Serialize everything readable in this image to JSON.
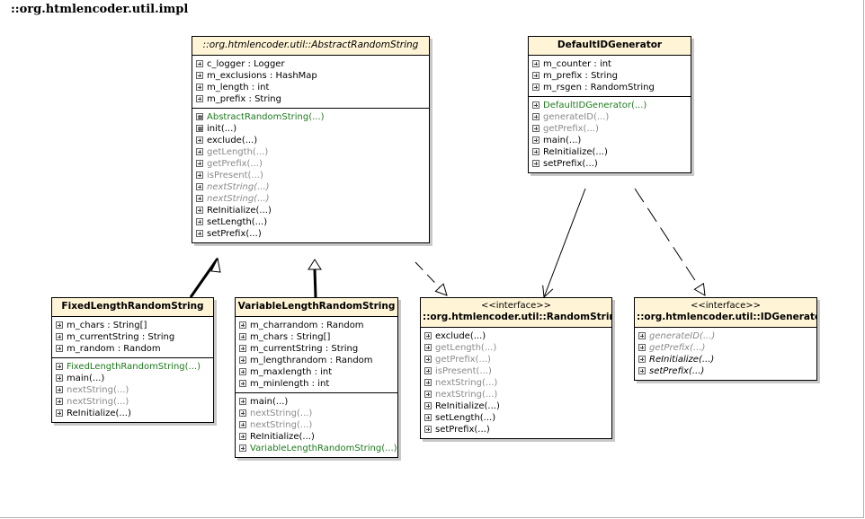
{
  "package_title": "::org.htmlencoder.util.impl",
  "classes": {
    "abstract_random_string": {
      "name": "::org.htmlencoder.util::AbstractRandomString",
      "attributes": [
        "c_logger : Logger",
        "m_exclusions : HashMap",
        "m_length : int",
        "m_prefix : String"
      ],
      "methods": [
        "AbstractRandomString(...)",
        "init(...)",
        "exclude(...)",
        "getLength(...)",
        "getPrefix(...)",
        "isPresent(...)",
        "nextString(...)",
        "nextString(...)",
        "ReInitialize(...)",
        "setLength(...)",
        "setPrefix(...)"
      ]
    },
    "default_id_generator": {
      "name": "DefaultIDGenerator",
      "attributes": [
        "m_counter : int",
        "m_prefix : String",
        "m_rsgen : RandomString"
      ],
      "methods": [
        "DefaultIDGenerator(...)",
        "generateID(...)",
        "getPrefix(...)",
        "main(...)",
        "ReInitialize(...)",
        "setPrefix(...)"
      ]
    },
    "fixed_length_random_string": {
      "name": "FixedLengthRandomString",
      "attributes": [
        "m_chars : String[]",
        "m_currentString : String",
        "m_random : Random"
      ],
      "methods": [
        "FixedLengthRandomString(...)",
        "main(...)",
        "nextString(...)",
        "nextString(...)",
        "ReInitialize(...)"
      ]
    },
    "variable_length_random_string": {
      "name": "VariableLengthRandomString",
      "attributes": [
        "m_charrandom : Random",
        "m_chars : String[]",
        "m_currentString : String",
        "m_lengthrandom : Random",
        "m_maxlength : int",
        "m_minlength : int"
      ],
      "methods": [
        "main(...)",
        "nextString(...)",
        "nextString(...)",
        "ReInitialize(...)",
        "VariableLengthRandomString(...)"
      ]
    },
    "random_string": {
      "stereotype": "<<interface>>",
      "name": "::org.htmlencoder.util::RandomString",
      "methods": [
        "exclude(...)",
        "getLength(...)",
        "getPrefix(...)",
        "isPresent(...)",
        "nextString(...)",
        "nextString(...)",
        "ReInitialize(...)",
        "setLength(...)",
        "setPrefix(...)"
      ]
    },
    "id_generator": {
      "stereotype": "<<interface>>",
      "name": "::org.htmlencoder.util::IDGenerator",
      "methods": [
        "generateID(...)",
        "getPrefix(...)",
        "ReInitialize(...)",
        "setPrefix(...)"
      ]
    }
  }
}
